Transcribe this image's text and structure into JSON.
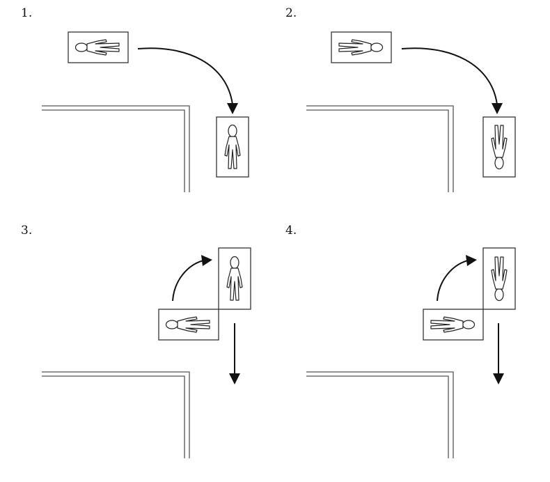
{
  "panels": [
    {
      "label": "1."
    },
    {
      "label": "2."
    },
    {
      "label": "3."
    },
    {
      "label": "4."
    }
  ]
}
